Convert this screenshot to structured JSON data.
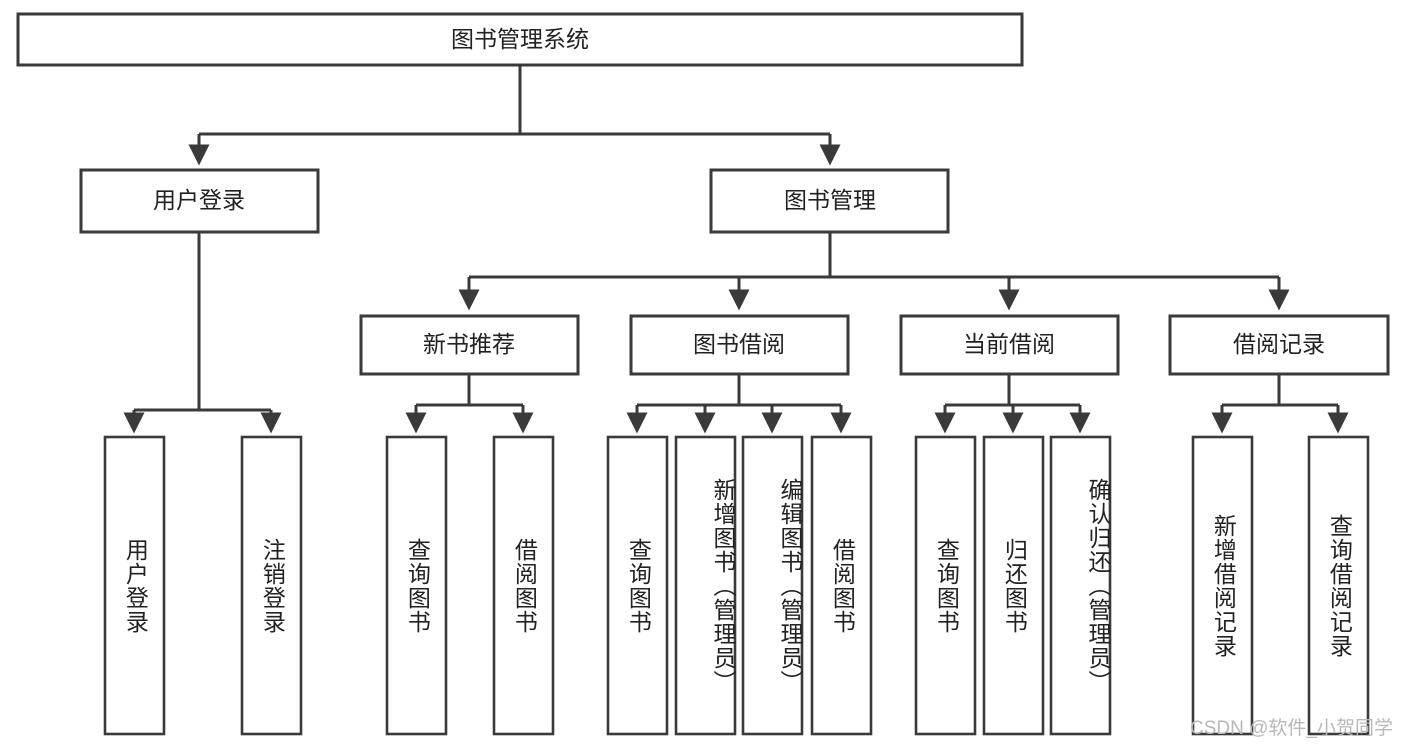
{
  "diagram": {
    "type": "tree",
    "title_node": {
      "id": "root",
      "label": "图书管理系统"
    },
    "level2": [
      {
        "id": "user-login",
        "label": "用户登录"
      },
      {
        "id": "book-management",
        "label": "图书管理"
      }
    ],
    "level3": [
      {
        "id": "new-book-recommend",
        "label": "新书推荐",
        "parent": "book-management"
      },
      {
        "id": "book-borrow",
        "label": "图书借阅",
        "parent": "book-management"
      },
      {
        "id": "current-borrow",
        "label": "当前借阅",
        "parent": "book-management"
      },
      {
        "id": "borrow-record",
        "label": "借阅记录",
        "parent": "book-management"
      }
    ],
    "leaves": {
      "user-login": [
        {
          "id": "leaf-user-login",
          "label": "用户登录"
        },
        {
          "id": "leaf-logout-login",
          "label": "注销登录"
        }
      ],
      "new-book-recommend": [
        {
          "id": "leaf-query-book-1",
          "label": "查询图书"
        },
        {
          "id": "leaf-borrow-book-1",
          "label": "借阅图书"
        }
      ],
      "book-borrow": [
        {
          "id": "leaf-query-book-2",
          "label": "查询图书"
        },
        {
          "id": "leaf-add-book",
          "label": "新增图书（管理员）"
        },
        {
          "id": "leaf-edit-book",
          "label": "编辑图书（管理员）"
        },
        {
          "id": "leaf-borrow-book-2",
          "label": "借阅图书"
        }
      ],
      "current-borrow": [
        {
          "id": "leaf-query-book-3",
          "label": "查询图书"
        },
        {
          "id": "leaf-return-book",
          "label": "归还图书"
        },
        {
          "id": "leaf-confirm-return",
          "label": "确认归还（管理员）"
        }
      ],
      "borrow-record": [
        {
          "id": "leaf-add-record",
          "label": "新增借阅记录"
        },
        {
          "id": "leaf-query-record",
          "label": "查询借阅记录"
        }
      ]
    }
  },
  "watermark": {
    "text": "CSDN @软件_小贺同学"
  },
  "colors": {
    "stroke": "#3a3a3a",
    "box_fill": "#ffffff",
    "text": "#222222",
    "background": "#ffffff",
    "watermark": "#b8b8b8"
  }
}
